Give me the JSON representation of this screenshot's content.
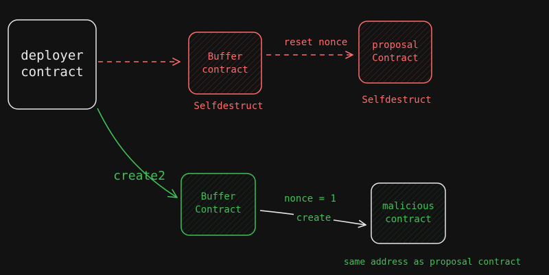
{
  "colors": {
    "background": "#121212",
    "white": "#e8e8e8",
    "red": "#ff6b6b",
    "green": "#40c057"
  },
  "nodes": {
    "deployer": {
      "line1": "deployer",
      "line2": "contract"
    },
    "buffer_red": {
      "line1": "Buffer",
      "line2": "contract",
      "caption": "Selfdestruct"
    },
    "proposal": {
      "line1": "proposal",
      "line2": "Contract",
      "caption": "Selfdestruct"
    },
    "buffer_green": {
      "line1": "Buffer",
      "line2": "Contract"
    },
    "malicious": {
      "line1": "malicious",
      "line2": "contract",
      "caption": "same address as proposal contract"
    }
  },
  "edges": {
    "reset_nonce": {
      "label": "reset nonce"
    },
    "create2": {
      "label": "create2"
    },
    "create": {
      "label_top": "nonce = 1",
      "label_bottom": "create"
    }
  }
}
